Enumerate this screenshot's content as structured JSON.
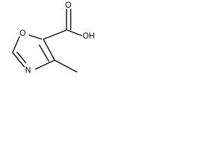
{
  "structure": {
    "atoms": {
      "ring_oxygen": "O",
      "ring_nitrogen": "N",
      "carbonyl_oxygen": "O",
      "hydroxyl": "OH"
    },
    "colors": {
      "bond": "#000000",
      "label": "#000000",
      "background": "#ffffff"
    }
  }
}
